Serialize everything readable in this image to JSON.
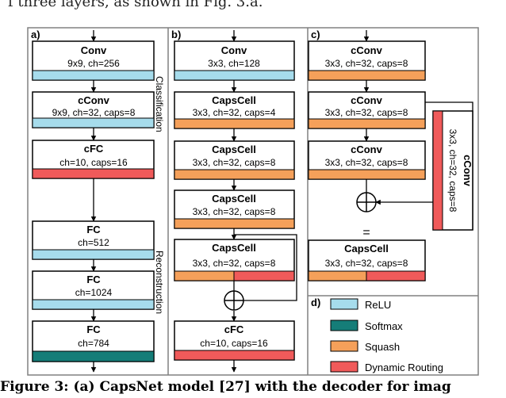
{
  "document": {
    "preceding_text": "f three layers, as shown in Fig. 3.a.",
    "caption": "Figure 3: (a) CapsNet model [27] with the decoder for imag"
  },
  "colors": {
    "relu": "#a6dcec",
    "softmax": "#157d78",
    "squash": "#f5a05a",
    "dynamic_routing": "#f05a5a",
    "border": "#808080"
  },
  "panels": {
    "a": {
      "label": "a)",
      "side_label_top": "Classification",
      "side_label_bottom": "Reconstruction",
      "blocks": [
        {
          "title": "Conv",
          "params": "9x9, ch=256",
          "activation": "relu"
        },
        {
          "title": "cConv",
          "params": "9x9, ch=32, caps=8",
          "activation": "relu"
        },
        {
          "title": "cFC",
          "params": "ch=10, caps=16",
          "activation": "dynamic_routing"
        },
        {
          "title": "FC",
          "params": "ch=512",
          "activation": "relu"
        },
        {
          "title": "FC",
          "params": "ch=1024",
          "activation": "relu"
        },
        {
          "title": "FC",
          "params": "ch=784",
          "activation": "softmax"
        }
      ]
    },
    "b": {
      "label": "b)",
      "blocks": [
        {
          "title": "Conv",
          "params": "3x3, ch=128",
          "activation": "relu"
        },
        {
          "title": "CapsCell",
          "params": "3x3, ch=32, caps=4",
          "activation": "squash"
        },
        {
          "title": "CapsCell",
          "params": "3x3, ch=32, caps=8",
          "activation": "squash"
        },
        {
          "title": "CapsCell",
          "params": "3x3, ch=32, caps=8",
          "activation": "squash"
        },
        {
          "title": "CapsCell",
          "params": "3x3, ch=32, caps=8",
          "activation": "squash_routing"
        },
        {
          "title": "cFC",
          "params": "ch=10, caps=16",
          "activation": "dynamic_routing"
        }
      ]
    },
    "c": {
      "label": "c)",
      "blocks": [
        {
          "title": "cConv",
          "params": "3x3, ch=32, caps=8",
          "activation": "squash"
        },
        {
          "title": "cConv",
          "params": "3x3, ch=32, caps=8",
          "activation": "squash"
        },
        {
          "title": "cConv",
          "params": "3x3, ch=32, caps=8",
          "activation": "squash"
        }
      ],
      "skip_block": {
        "title": "cConv",
        "params": "3x3, ch=32, caps=8"
      },
      "equals": "=",
      "result_block": {
        "title": "CapsCell",
        "params": "3x3, ch=32, caps=8"
      }
    },
    "d": {
      "label": "d)",
      "legend": [
        {
          "key": "relu",
          "label": "ReLU"
        },
        {
          "key": "softmax",
          "label": "Softmax"
        },
        {
          "key": "squash",
          "label": "Squash"
        },
        {
          "key": "dynamic_routing",
          "label": "Dynamic Routing"
        }
      ]
    }
  }
}
